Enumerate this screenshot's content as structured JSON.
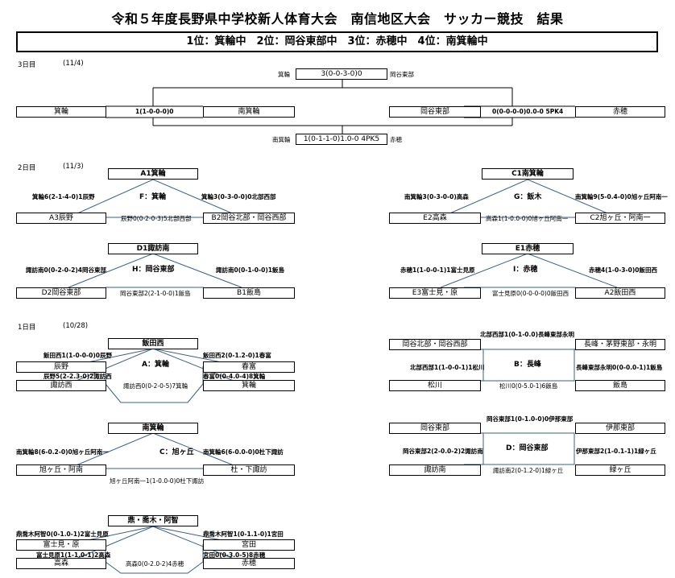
{
  "title": "令和５年度長野県中学校新人体育大会　南信地区大会　サッカー競技　結果",
  "ranking": "1位：箕輪中　2位：岡谷東部中　3位：赤穂中　4位：南箕輪中",
  "days": [
    {
      "label": "3日目",
      "date": "(11/4)"
    },
    {
      "label": "2日目",
      "date": "(11/3)"
    },
    {
      "label": "1日目",
      "date": "(10/28)"
    }
  ],
  "day3": {
    "final": {
      "left": "箕輪",
      "score": "3(0-0-3-0)0",
      "right": "岡谷東部"
    },
    "third": {
      "left": "南箕輪",
      "score": "1(0-1-1-0)1.0-0 4PK5",
      "right": "赤穂"
    },
    "semi1": {
      "a": "箕輪",
      "score": "1(1-0-0-0)0",
      "b": "南箕輪"
    },
    "semi2": {
      "a": "岡谷東部",
      "score": "0(0-0-0-0)0.0-0 5PK4",
      "b": "赤穂"
    }
  },
  "day2": [
    {
      "top": "A1箕輪",
      "center": "F：箕輪",
      "left": "A3辰野",
      "right": "B2岡谷北部・岡谷西部",
      "sl": "箕輪6(2-1-4-0)1辰野",
      "sr": "箕輪3(0-3-0-0)0北部西部",
      "sb": "辰野0(0-2-0-3)5北部西部"
    },
    {
      "top": "C1南箕輪",
      "center": "G：飯木",
      "left": "E2高森",
      "right": "C2旭ヶ丘・阿南一",
      "sl": "南箕輪3(0-3-0-0)高森",
      "sr": "南箕輪9(5-0.4-0)0旭ヶ丘阿南一",
      "sb": "高森1(1-0.0-0)0旭ヶ丘阿南一"
    },
    {
      "top": "D1諏訪南",
      "center": "H：岡谷東部",
      "left": "D2岡谷東部",
      "right": "B1飯島",
      "sl": "諏訪南0(0-2-0-2)4岡谷東部",
      "sr": "諏訪南0(0-1-0-0)1飯島",
      "sb": "岡谷東部2(2-1-0-0)1飯島"
    },
    {
      "top": "E1赤穂",
      "center": "I：赤穂",
      "left": "E3富士見・原",
      "right": "A2飯田西",
      "sl": "赤穂1(1-0-0-1)1富士見原",
      "sr": "赤穂4(1-0-3-0)0飯田西",
      "sb": "富士見原0(0-0-0-0)0飯田西"
    }
  ],
  "day1_tri": [
    {
      "top": "飯田西",
      "center": "A：箕輪",
      "l1": "辰野",
      "l2": "諏訪西",
      "r1": "春富",
      "r2": "箕輪",
      "stl": "飯田西1(1-0-0-0)0辰野",
      "sbl": "辰野5(2-2.3-0)2諏訪西",
      "str": "飯田西2(0-1.2-0)1春富",
      "sbr": "春富0(0-4.0-4)8箕輪",
      "sb": "諏訪西0(0-2-0-5)7箕輪"
    },
    {
      "top": "南箕輪",
      "center": "C：旭ヶ丘",
      "l1": "旭ヶ丘・阿南",
      "r1": "杜・下諏訪",
      "stl": "南箕輪8(6-0.2-0)0旭ヶ丘阿南一",
      "str": "南箕輪6(6-0.0-0)0杜下諏訪",
      "sb": "旭ヶ丘阿南一1(1-0.0-0)0杜下諏訪"
    },
    {
      "top": "鼎・喬木・阿智",
      "center": "",
      "l1": "富士見・原",
      "l2": "高森",
      "r1": "宮田",
      "r2": "赤穂",
      "stl": "鼎喬木阿智0(0-1.0-1)2富士見原",
      "sbl": "富士見原1(1-1.0-1)2高森",
      "str": "鼎喬木阿智1(0-1.1-0)1宮田",
      "sbr": "宮田0(0-3.0-5)8赤穂",
      "sb": "高森0(0-2.0-2)4赤穂"
    }
  ],
  "day1_sq": [
    {
      "center": "B：長峰",
      "tl": "岡谷北部・岡谷西部",
      "tr": "長峰・茅野東部・永明",
      "bl": "松川",
      "br": "飯島",
      "st": "北部西部1(0-1-0.0)長峰東部永明",
      "sl": "北部西部1(1-0-0-1)1松川",
      "sr": "長峰東部永明0(0-0.0-1)1飯島",
      "sb": "松川0(0-5.0-1)6飯島"
    },
    {
      "center": "D：岡谷東部",
      "tl": "岡谷東部",
      "tr": "伊那東部",
      "bl": "諏訪南",
      "br": "緑ヶ丘",
      "st": "岡谷東部1(0-1.0-0)0伊那東部",
      "sl": "岡谷東部2(2-0.0-2)2諏訪南",
      "sr": "伊那東部2(1-0.1-1)1緑ヶ丘",
      "sb": "諏訪南2(0-1.2-0)1緑ヶ丘"
    }
  ]
}
